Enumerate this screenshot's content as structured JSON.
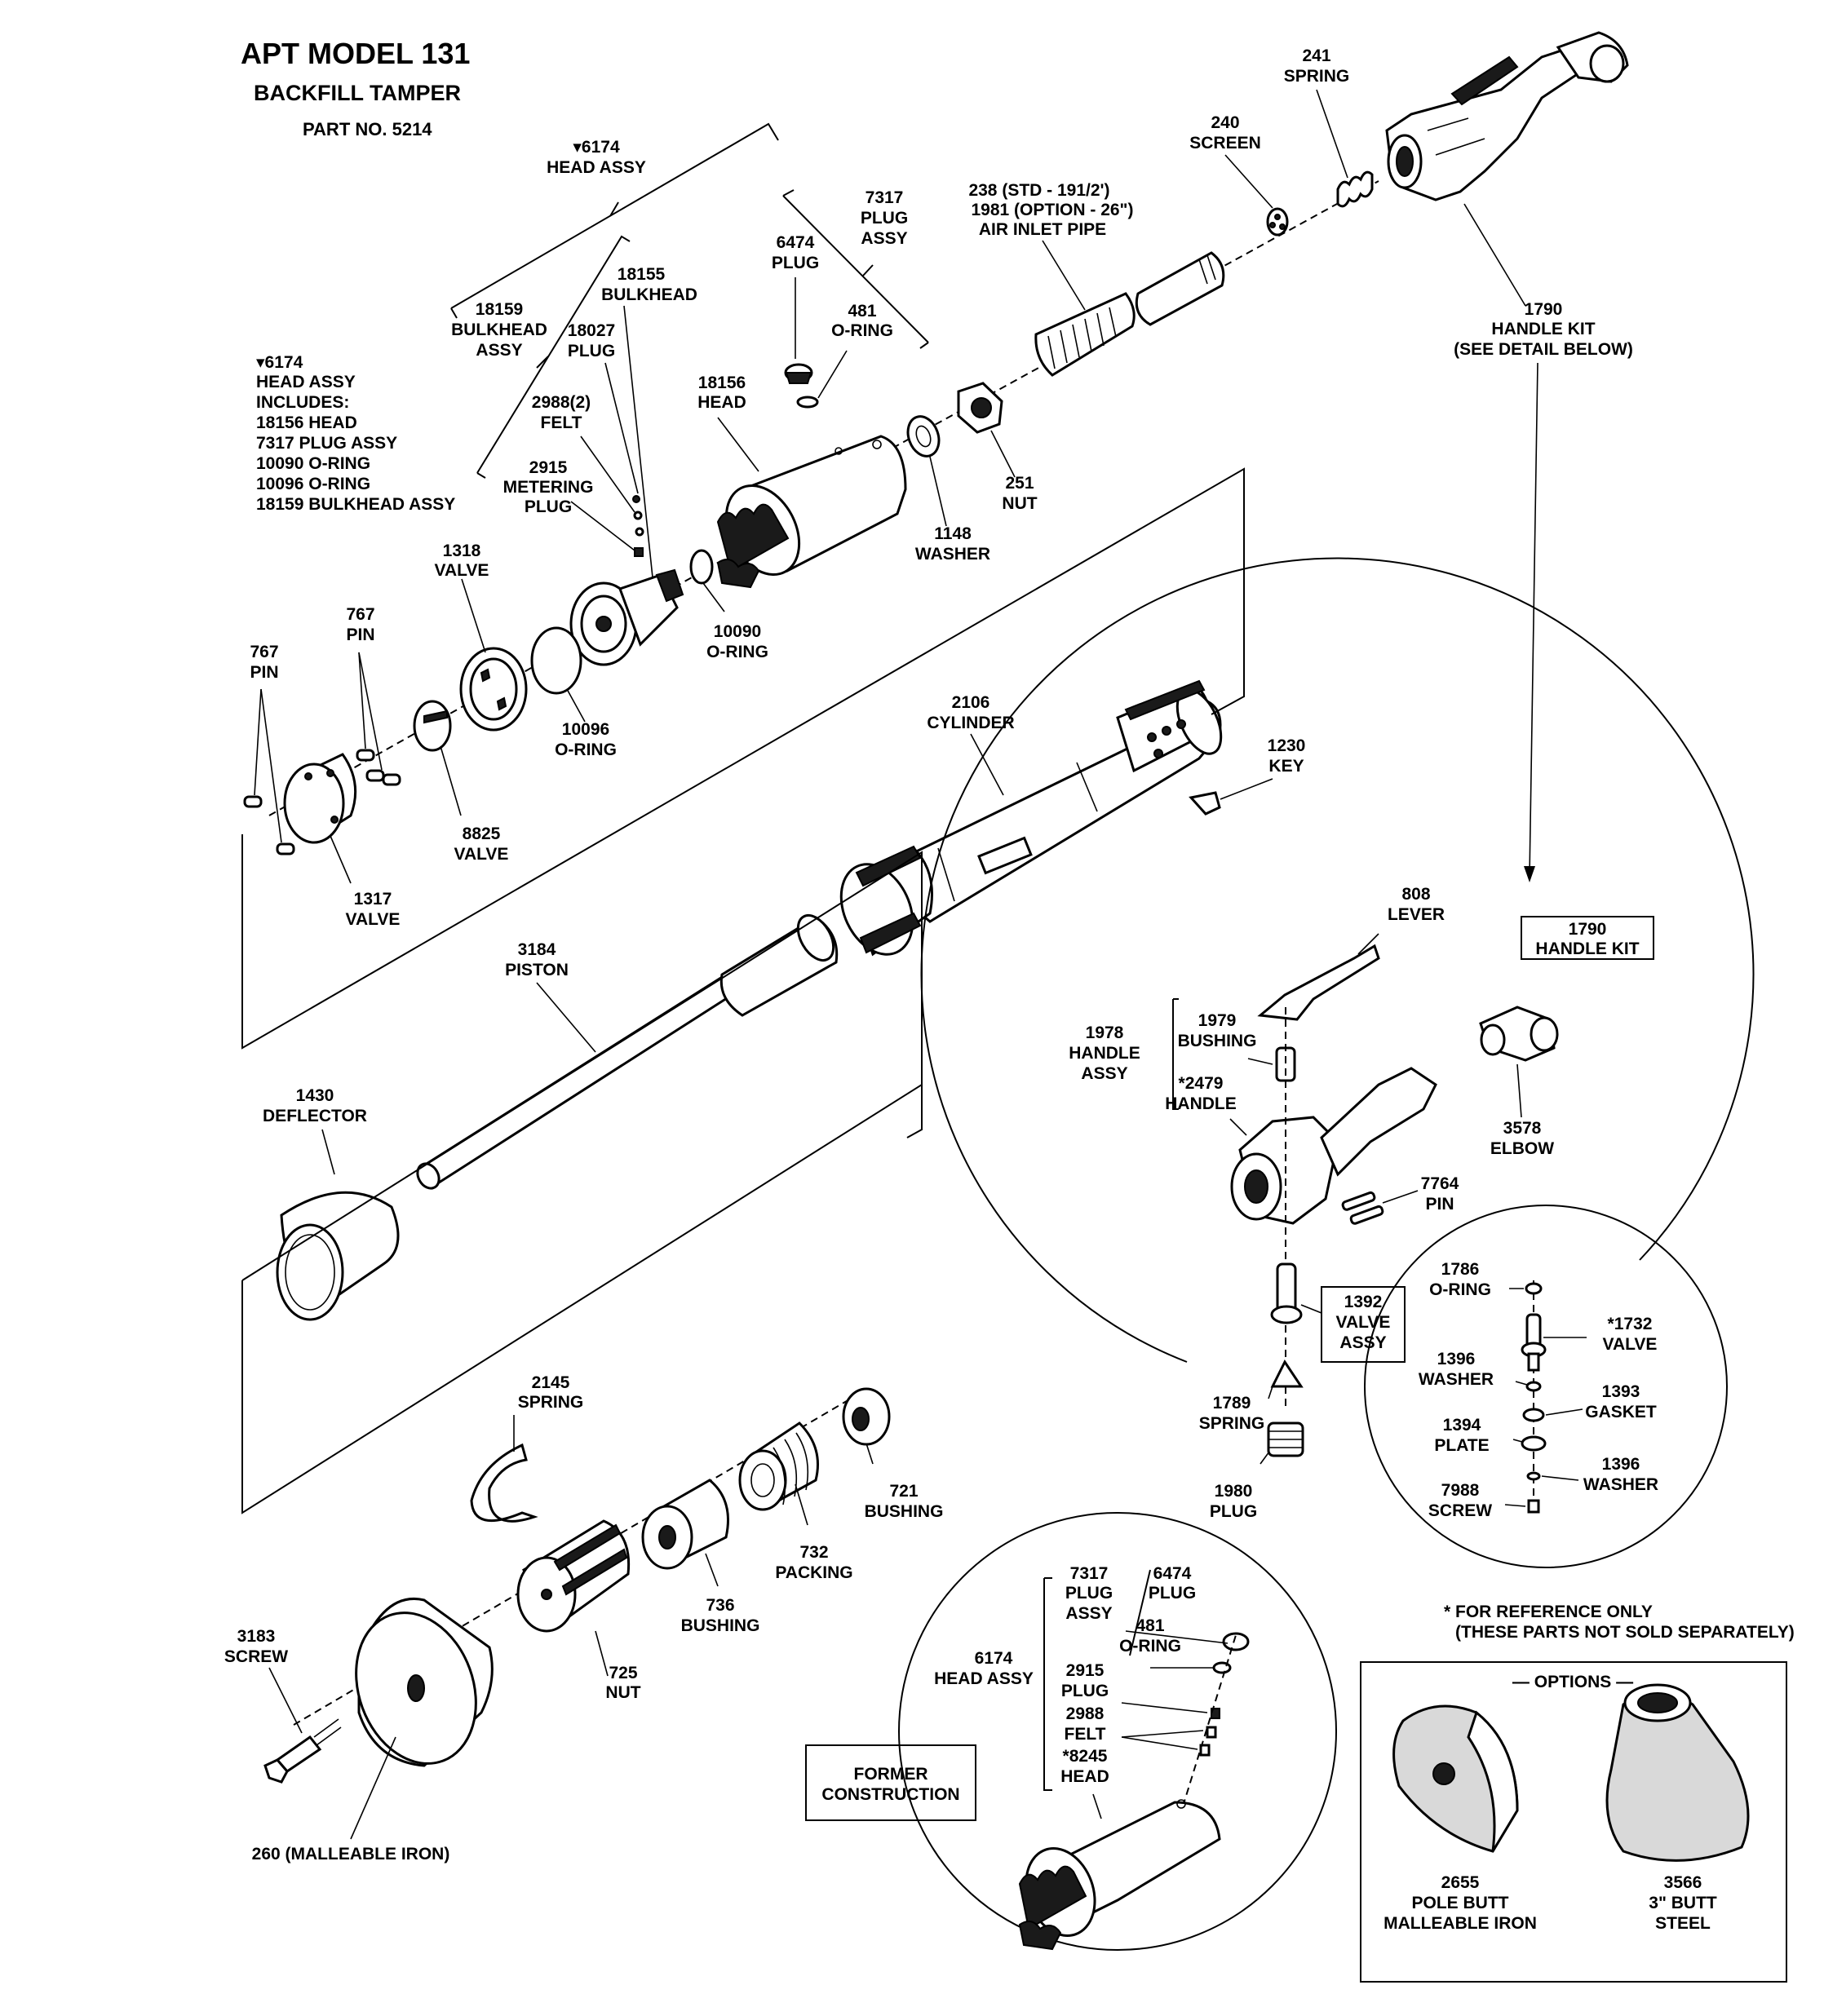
{
  "title": {
    "model": "APT MODEL 131",
    "name": "BACKFILL TAMPER",
    "part_no": "PART NO. 5214"
  },
  "head_assy_note": [
    "▾6174",
    "HEAD ASSY",
    "INCLUDES:",
    "18156 HEAD",
    "7317 PLUG ASSY",
    "10090 O-RING",
    "10096 O-RING",
    "18159 BULKHEAD ASSY"
  ],
  "labels": {
    "head_assy_top": [
      "▾6174",
      "HEAD ASSY"
    ],
    "plug_assy_7317": [
      "7317",
      "PLUG",
      "ASSY"
    ],
    "plug_6474": [
      "6474",
      "PLUG"
    ],
    "oring_481": [
      "481",
      "O-RING"
    ],
    "bulkhead_assy_18159": [
      "18159",
      "BULKHEAD",
      "ASSY"
    ],
    "bulkhead_18155": [
      "18155",
      "BULKHEAD"
    ],
    "plug_18027": [
      "18027",
      "PLUG"
    ],
    "felt_2988": [
      "2988(2)",
      "FELT"
    ],
    "metering_plug_2915": [
      "2915",
      "METERING",
      "PLUG"
    ],
    "head_18156": [
      "18156",
      "HEAD"
    ],
    "washer_1148": [
      "1148",
      "WASHER"
    ],
    "nut_251": [
      "251",
      "NUT"
    ],
    "air_inlet_pipe": [
      "238 (STD - 191/2')",
      "1981 (OPTION - 26\")",
      "AIR INLET PIPE"
    ],
    "screen_240": [
      "240",
      "SCREEN"
    ],
    "spring_241": [
      "241",
      "SPRING"
    ],
    "handle_kit_1790": [
      "1790",
      "HANDLE KIT",
      "(SEE DETAIL BELOW)"
    ],
    "valve_1318": [
      "1318",
      "VALVE"
    ],
    "oring_10090": [
      "10090",
      "O-RING"
    ],
    "oring_10096": [
      "10096",
      "O-RING"
    ],
    "pin_767a": [
      "767",
      "PIN"
    ],
    "pin_767b": [
      "767",
      "PIN"
    ],
    "valve_8825": [
      "8825",
      "VALVE"
    ],
    "valve_1317": [
      "1317",
      "VALVE"
    ],
    "cylinder_2106": [
      "2106",
      "CYLINDER"
    ],
    "key_1230": [
      "1230",
      "KEY"
    ],
    "piston_3184": [
      "3184",
      "PISTON"
    ],
    "deflector_1430": [
      "1430",
      "DEFLECTOR"
    ],
    "spring_2145": [
      "2145",
      "SPRING"
    ],
    "bushing_721": [
      "721",
      "BUSHING"
    ],
    "packing_732": [
      "732",
      "PACKING"
    ],
    "bushing_736": [
      "736",
      "BUSHING"
    ],
    "nut_725": [
      "725",
      "NUT"
    ],
    "screw_3183": [
      "3183",
      "SCREW"
    ],
    "malleable_260": [
      "260 (MALLEABLE IRON)"
    ]
  },
  "handle_kit_detail": {
    "box_label": [
      "1790",
      "HANDLE KIT"
    ],
    "lever_808": [
      "808",
      "LEVER"
    ],
    "bushing_1979": [
      "1979",
      "BUSHING"
    ],
    "handle_assy_1978": [
      "1978",
      "HANDLE",
      "ASSY"
    ],
    "handle_2479": [
      "*2479",
      "HANDLE"
    ],
    "elbow_3578": [
      "3578",
      "ELBOW"
    ],
    "pin_7764": [
      "7764",
      "PIN"
    ],
    "valve_assy_1392": [
      "1392",
      "VALVE",
      "ASSY"
    ],
    "spring_1789": [
      "1789",
      "SPRING"
    ],
    "plug_1980": [
      "1980",
      "PLUG"
    ]
  },
  "valve_assy_detail": {
    "oring_1786": [
      "1786",
      "O-RING"
    ],
    "valve_1732": [
      "*1732",
      "VALVE"
    ],
    "washer_1396a": [
      "1396",
      "WASHER"
    ],
    "gasket_1393": [
      "1393",
      "GASKET"
    ],
    "plate_1394": [
      "1394",
      "PLATE"
    ],
    "washer_1396b": [
      "1396",
      "WASHER"
    ],
    "screw_7988": [
      "7988",
      "SCREW"
    ]
  },
  "reference_note": [
    "* FOR REFERENCE ONLY",
    "(THESE PARTS NOT SOLD SEPARATELY)"
  ],
  "former_construction": {
    "box_label": [
      "FORMER",
      "CONSTRUCTION"
    ],
    "head_assy_6174": [
      "6174",
      "HEAD ASSY"
    ],
    "plug_assy_7317": [
      "7317",
      "PLUG",
      "ASSY"
    ],
    "plug_6474": [
      "6474",
      "PLUG"
    ],
    "oring_481": [
      "481",
      "O-RING"
    ],
    "plug_2915": [
      "2915",
      "PLUG"
    ],
    "felt_2988": [
      "2988",
      "FELT"
    ],
    "head_8245": [
      "*8245",
      "HEAD"
    ]
  },
  "options": {
    "title": "— OPTIONS —",
    "pole_butt": [
      "2655",
      "POLE BUTT",
      "MALLEABLE IRON"
    ],
    "butt_3566": [
      "3566",
      "3\" BUTT",
      "STEEL"
    ]
  }
}
